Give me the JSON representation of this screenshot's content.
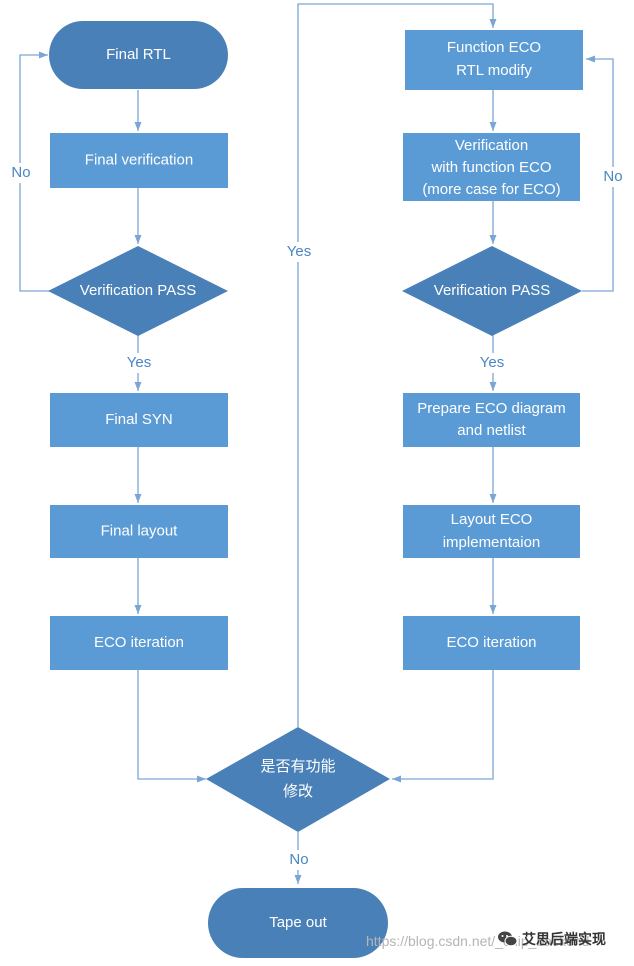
{
  "colors": {
    "terminal": "#4a80b8",
    "process": "#5b9bd5",
    "decision": "#4a80b8",
    "edge": "#7aa6d6",
    "edge_label": "#4a86c5",
    "node_text": "#ffffff"
  },
  "nodes": {
    "final_rtl": "Final RTL",
    "final_verification": "Final verification",
    "verification_pass_left": "Verification PASS",
    "final_syn": "Final SYN",
    "final_layout": "Final layout",
    "eco_iteration_left": "ECO iteration",
    "function_eco": [
      "Function ECO",
      "RTL modify"
    ],
    "verification_eco": [
      "Verification",
      "with function ECO",
      "(more case for ECO)"
    ],
    "verification_pass_right": "Verification PASS",
    "prepare_eco": [
      "Prepare ECO diagram",
      "and netlist"
    ],
    "layout_eco": [
      "Layout ECO",
      "implementaion"
    ],
    "eco_iteration_right": "ECO iteration",
    "function_change_decision": [
      "是否有功能",
      "修改"
    ],
    "tape_out": "Tape out"
  },
  "edge_labels": {
    "no_left": "No",
    "yes_left": "Yes",
    "yes_center": "Yes",
    "no_right": "No",
    "yes_right": "Yes",
    "no_bottom": "No"
  },
  "watermark": {
    "url": "https://blog.csdn.net/_chip_backend",
    "brand": "艾思后端实现",
    "icon": "wechat-icon"
  }
}
